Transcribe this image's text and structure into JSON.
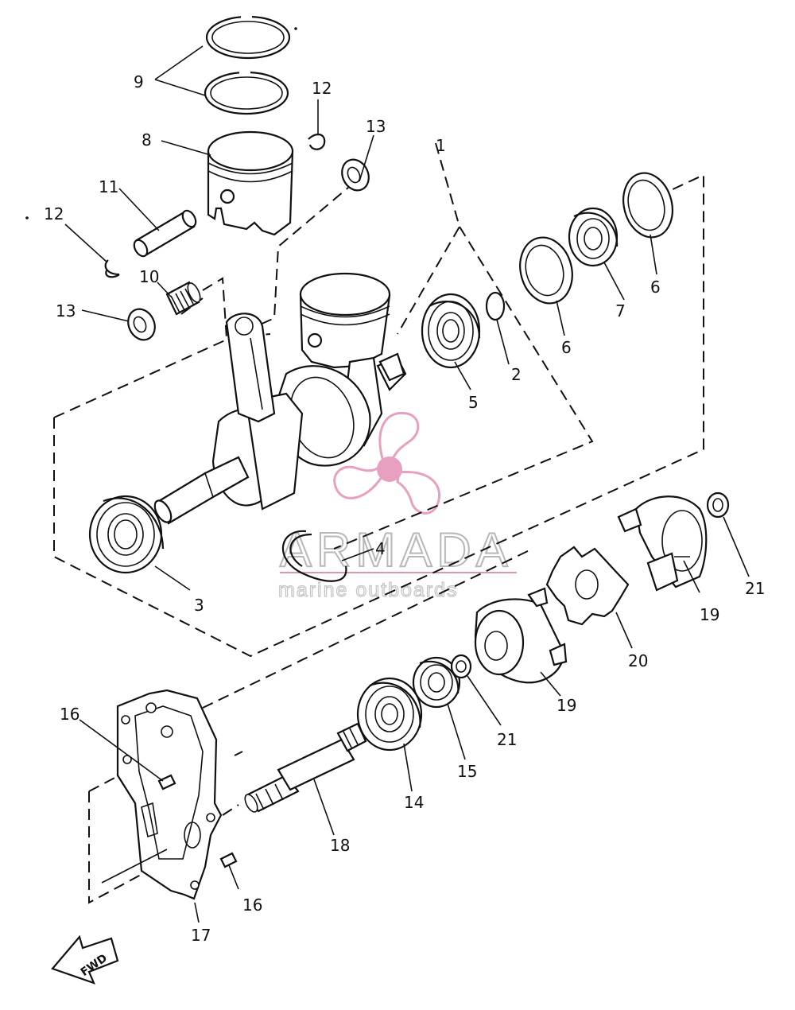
{
  "labels": {
    "p1": "1",
    "p2": "2",
    "p3": "3",
    "p4": "4",
    "p5": "5",
    "p6a": "6",
    "p6b": "6",
    "p7": "7",
    "p8": "8",
    "p9": "9",
    "p10": "10",
    "p11": "11",
    "p12a": "12",
    "p12b": "12",
    "p13a": "13",
    "p13b": "13",
    "p14": "14",
    "p15": "15",
    "p16a": "16",
    "p16b": "16",
    "p17": "17",
    "p18": "18",
    "p19a": "19",
    "p19b": "19",
    "p20": "20",
    "p21a": "21",
    "p21b": "21"
  },
  "watermark": {
    "title": "ARMADA",
    "subtitle": "marine outboards",
    "accent_color": "#e8a0c0",
    "line_color": "#d070a0"
  },
  "direction": {
    "text": "FWD"
  },
  "colors": {
    "ink": "#111111",
    "background": "#ffffff"
  }
}
